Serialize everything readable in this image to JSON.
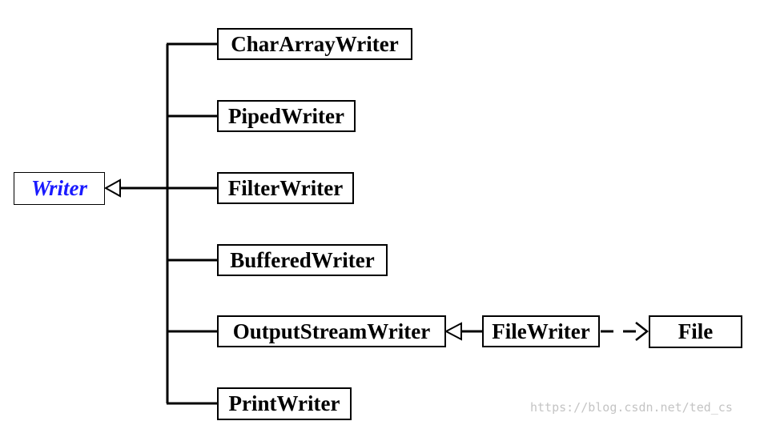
{
  "diagram": {
    "root": {
      "label": "Writer",
      "color": "#1a1aff"
    },
    "subclasses": [
      {
        "key": "char-array-writer",
        "label": "CharArrayWriter"
      },
      {
        "key": "piped-writer",
        "label": "PipedWriter"
      },
      {
        "key": "filter-writer",
        "label": "FilterWriter"
      },
      {
        "key": "buffered-writer",
        "label": "BufferedWriter"
      },
      {
        "key": "output-stream-writer",
        "label": "OutputStreamWriter"
      },
      {
        "key": "print-writer",
        "label": "PrintWriter"
      }
    ],
    "file_writer": {
      "label": "FileWriter"
    },
    "file": {
      "label": "File"
    }
  },
  "watermark": "https://blog.csdn.net/ted_cs"
}
